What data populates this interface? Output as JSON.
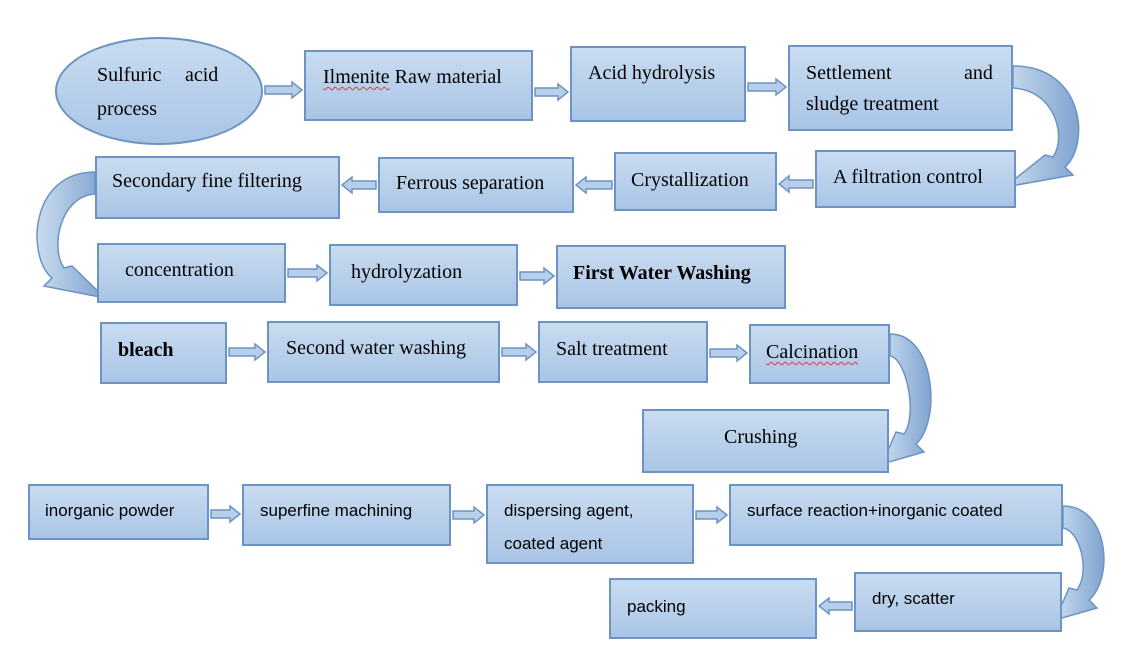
{
  "nodes": {
    "sulfuric": {
      "line1a": "Sulfuric",
      "line1b": "acid",
      "line2": "process"
    },
    "ilmenite": {
      "word1": "Ilmenite",
      "rest": " Raw material"
    },
    "acid_hydrolysis": "Acid hydrolysis",
    "settlement": {
      "word1": "Settlement",
      "word2": "and",
      "line2": "sludge treatment"
    },
    "filtration": "A filtration control",
    "crystallization": "Crystallization",
    "ferrous": "Ferrous separation",
    "secondary": "Secondary fine filtering",
    "concentration": "concentration",
    "hydrolyzation": "hydrolyzation",
    "first_wash": "First Water Washing",
    "bleach": "bleach",
    "second_wash": "Second water washing",
    "salt": "Salt treatment",
    "calcination": "Calcination",
    "crushing": "Crushing",
    "inorganic_powder": "inorganic powder",
    "superfine": "superfine machining",
    "dispersing": {
      "line1": "dispersing agent,",
      "line2": "coated agent"
    },
    "surface": "surface reaction+inorganic coated",
    "dry": "dry, scatter",
    "packing": "packing"
  },
  "colors": {
    "box_fill_top": "#c9dcf0",
    "box_fill_bottom": "#a9c5e6",
    "box_border": "#6d93c2",
    "arrow_fill": "#b7cfeb",
    "arrow_stroke": "#6d93c2"
  }
}
